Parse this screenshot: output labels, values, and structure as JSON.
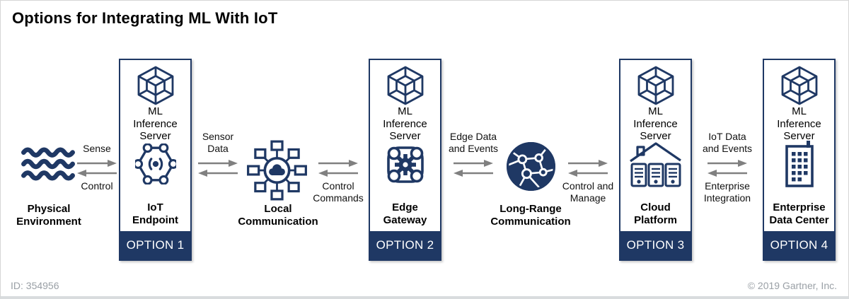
{
  "title": "Options for Integrating ML With IoT",
  "colors": {
    "navy": "#1F3864",
    "arrow_gray": "#808080",
    "footer_gray": "#9AA0A6"
  },
  "physical": {
    "label": "Physical\nEnvironment",
    "icon": "waves-icon"
  },
  "local_comm": {
    "label": "Local\nCommunication",
    "icon": "local-network-cloud-icon"
  },
  "long_range": {
    "label": "Long-Range\nCommunication",
    "icon": "global-network-icon"
  },
  "options": [
    {
      "badge": "OPTION 1",
      "ml_label": "ML\nInference\nServer",
      "node_label": "IoT\nEndpoint",
      "node_icon": "iot-endpoint-icon"
    },
    {
      "badge": "OPTION 2",
      "ml_label": "ML\nInference\nServer",
      "node_label": "Edge\nGateway",
      "node_icon": "edge-gateway-icon"
    },
    {
      "badge": "OPTION 3",
      "ml_label": "ML\nInference\nServer",
      "node_label": "Cloud\nPlatform",
      "node_icon": "cloud-platform-icon"
    },
    {
      "badge": "OPTION 4",
      "ml_label": "ML\nInference\nServer",
      "node_label": "Enterprise\nData Center",
      "node_icon": "enterprise-data-center-icon"
    }
  ],
  "connectors": [
    {
      "top": "Sense",
      "bottom": "Control"
    },
    {
      "top": "Sensor\nData",
      "bottom": ""
    },
    {
      "top": "",
      "bottom": "Control\nCommands"
    },
    {
      "top": "Edge Data\nand Events",
      "bottom": ""
    },
    {
      "top": "",
      "bottom": "Control and\nManage"
    },
    {
      "top": "IoT Data\nand Events",
      "bottom": "Enterprise\nIntegration"
    }
  ],
  "footer": {
    "id": "ID: 354956",
    "copyright": "© 2019 Gartner, Inc."
  }
}
